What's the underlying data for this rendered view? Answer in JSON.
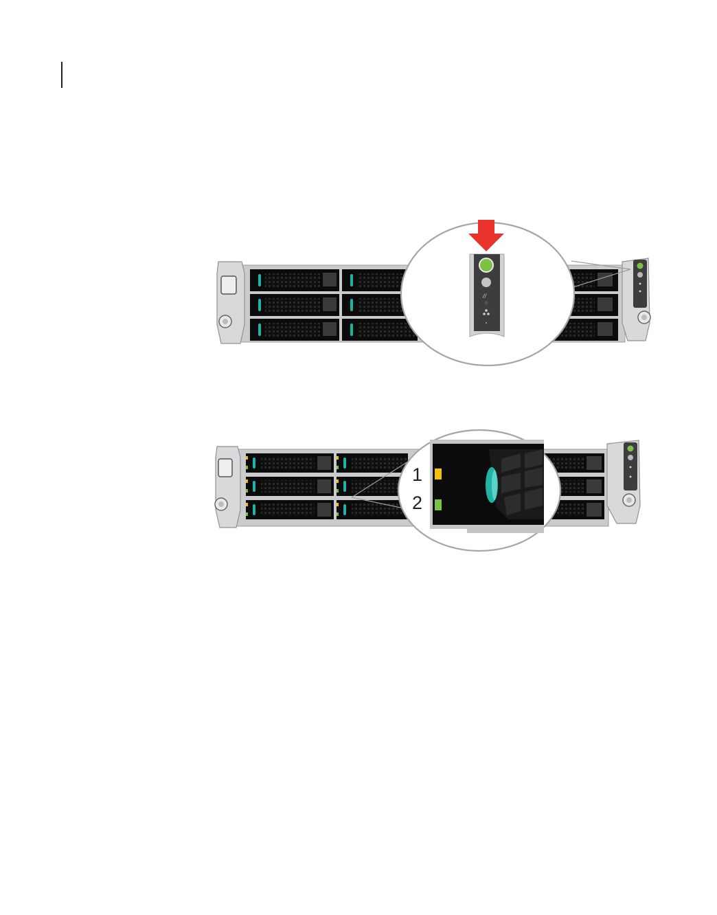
{
  "figure_top": {
    "name": "server-front-power-button-figure",
    "callout": "power-button-zoom"
  },
  "figure_bottom": {
    "name": "server-front-drive-led-figure",
    "callouts": [
      {
        "number": "1",
        "led_color": "#f5c000"
      },
      {
        "number": "2",
        "led_color": "#7cc242"
      }
    ]
  },
  "colors": {
    "arrow": "#e8322b",
    "power_button": "#7cc242",
    "drive_tab": "#1fb3a6",
    "chassis": "#d7d9db",
    "drive_bay": "#0b0b0b"
  },
  "icons": [
    "power-button-icon",
    "down-arrow-icon",
    "drive-status-led-icon",
    "drive-activity-led-icon"
  ]
}
